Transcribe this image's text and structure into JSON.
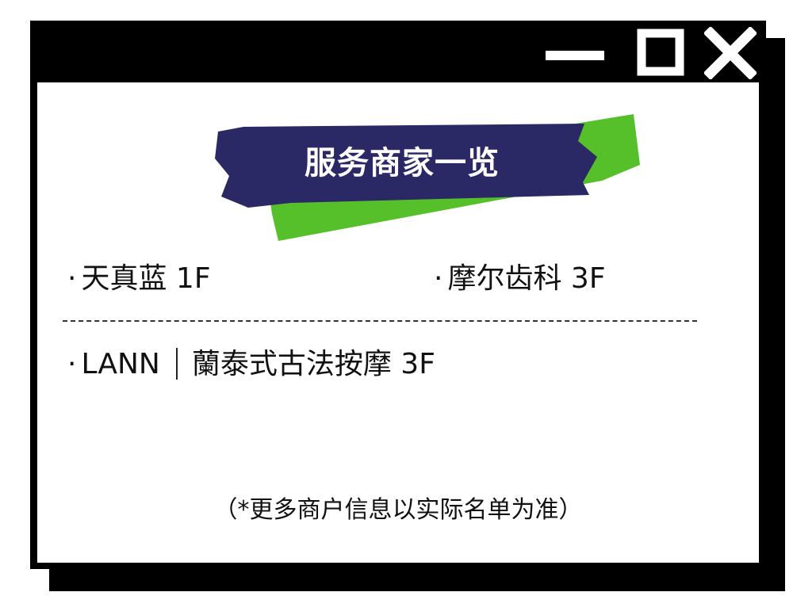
{
  "window": {
    "controls": {
      "minimize_icon": "minimize-icon",
      "maximize_icon": "maximize-icon",
      "close_icon": "close-icon"
    }
  },
  "title": "服务商家一览",
  "colors": {
    "frame": "#000000",
    "tape_navy": "#2b2866",
    "tape_green": "#56c02b",
    "background": "#ffffff"
  },
  "stores": [
    {
      "bullet": "·",
      "name": "天真蓝",
      "floor": "1F"
    },
    {
      "bullet": "·",
      "name": "摩尔齿科",
      "floor": "3F"
    },
    {
      "bullet": "·",
      "name_en": "LANN",
      "name_cn": "蘭泰式古法按摩",
      "floor": "3F"
    }
  ],
  "note": "（*更多商户信息以实际名单为准）"
}
